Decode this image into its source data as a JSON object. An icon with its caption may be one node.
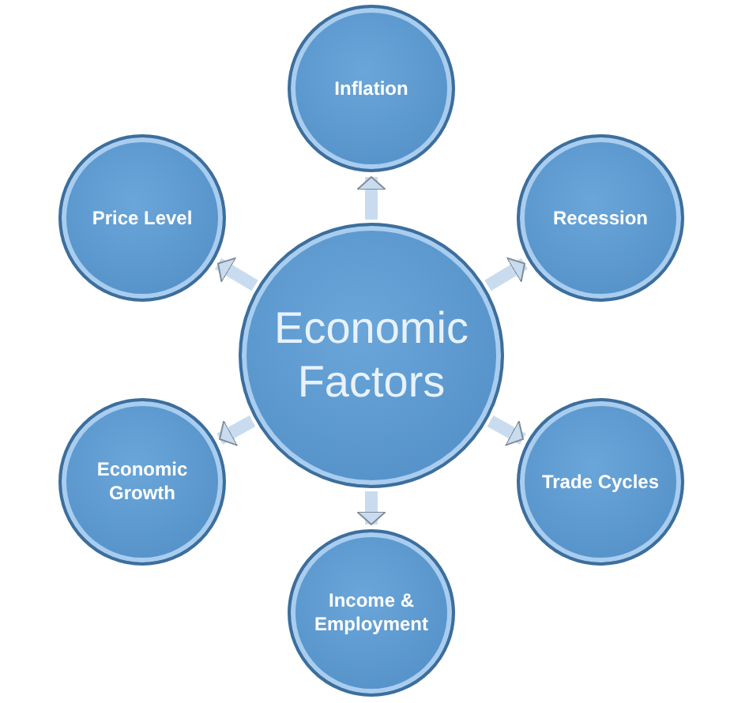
{
  "diagram": {
    "nodes": [
      {
        "text": [
          "Economic Factors"
        ]
      },
      {
        "text": [
          "Inflation"
        ]
      },
      {
        "text": [
          "Recession"
        ]
      },
      {
        "text": [
          "Trade Cycles"
        ]
      },
      {
        "text": [
          "Income & Employment"
        ]
      },
      {
        "text": [
          "Economic Growth"
        ]
      },
      {
        "text": [
          "Price Level"
        ]
      }
    ],
    "edges": [
      {
        "from": 0,
        "to": 1,
        "arrow": "to"
      },
      {
        "from": 0,
        "to": 2,
        "arrow": "to"
      },
      {
        "from": 0,
        "to": 3,
        "arrow": "to"
      },
      {
        "from": 0,
        "to": 4,
        "arrow": "to"
      },
      {
        "from": 0,
        "to": 5,
        "arrow": "to"
      },
      {
        "from": 0,
        "to": 6,
        "arrow": "to"
      }
    ]
  }
}
